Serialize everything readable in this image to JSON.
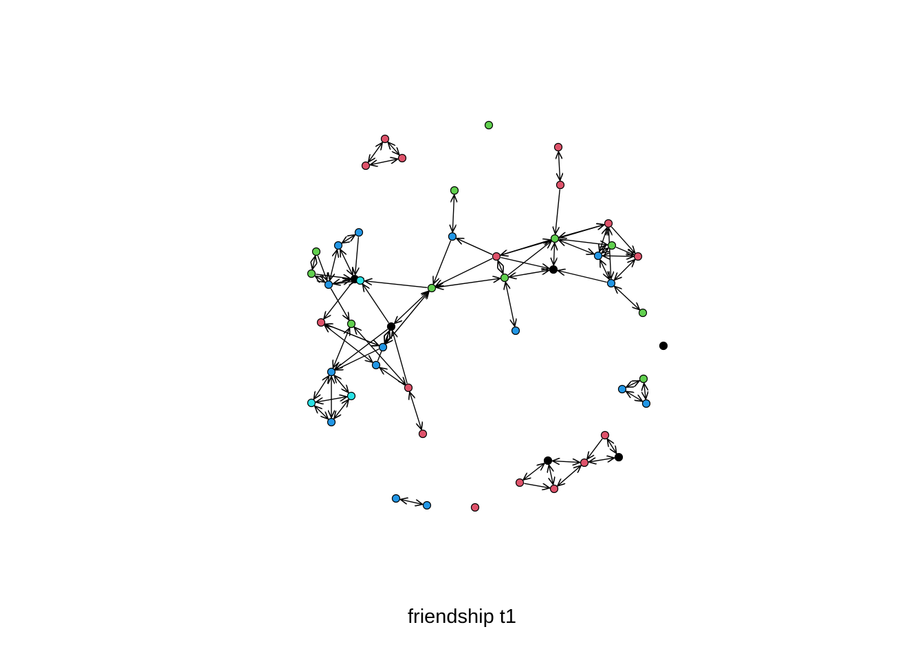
{
  "title": "friendship t1",
  "colors": {
    "red": "#DF536B",
    "green": "#61D04F",
    "blue": "#2297E6",
    "cyan": "#28E2E5",
    "black": "#000000",
    "edge": "#000000",
    "background": "#FFFFFF"
  },
  "nodes": [
    {
      "id": 1,
      "color": "red"
    },
    {
      "id": 2,
      "color": "red"
    },
    {
      "id": 3,
      "color": "red"
    },
    {
      "id": 4,
      "color": "green"
    },
    {
      "id": 5,
      "color": "red"
    },
    {
      "id": 6,
      "color": "red"
    },
    {
      "id": 7,
      "color": "green"
    },
    {
      "id": 8,
      "color": "blue"
    },
    {
      "id": 9,
      "color": "blue"
    },
    {
      "id": 10,
      "color": "blue"
    },
    {
      "id": 11,
      "color": "green"
    },
    {
      "id": 12,
      "color": "green"
    },
    {
      "id": 13,
      "color": "blue"
    },
    {
      "id": 14,
      "color": "black"
    },
    {
      "id": 15,
      "color": "cyan"
    },
    {
      "id": 16,
      "color": "red"
    },
    {
      "id": 17,
      "color": "green"
    },
    {
      "id": 18,
      "color": "black"
    },
    {
      "id": 19,
      "color": "green"
    },
    {
      "id": 20,
      "color": "red"
    },
    {
      "id": 21,
      "color": "green"
    },
    {
      "id": 22,
      "color": "blue"
    },
    {
      "id": 23,
      "color": "green"
    },
    {
      "id": 24,
      "color": "black"
    },
    {
      "id": 25,
      "color": "red"
    },
    {
      "id": 26,
      "color": "green"
    },
    {
      "id": 27,
      "color": "blue"
    },
    {
      "id": 28,
      "color": "red"
    },
    {
      "id": 29,
      "color": "blue"
    },
    {
      "id": 30,
      "color": "green"
    },
    {
      "id": 31,
      "color": "blue"
    },
    {
      "id": 32,
      "color": "green"
    },
    {
      "id": 33,
      "color": "blue"
    },
    {
      "id": 34,
      "color": "cyan"
    },
    {
      "id": 35,
      "color": "blue"
    },
    {
      "id": 36,
      "color": "red"
    },
    {
      "id": 37,
      "color": "red"
    },
    {
      "id": 38,
      "color": "cyan"
    },
    {
      "id": 39,
      "color": "blue"
    },
    {
      "id": 40,
      "color": "black"
    },
    {
      "id": 41,
      "color": "green"
    },
    {
      "id": 42,
      "color": "blue"
    },
    {
      "id": 43,
      "color": "blue"
    },
    {
      "id": 44,
      "color": "red"
    },
    {
      "id": 45,
      "color": "black"
    },
    {
      "id": 46,
      "color": "black"
    },
    {
      "id": 47,
      "color": "red"
    },
    {
      "id": 48,
      "color": "red"
    },
    {
      "id": 49,
      "color": "red"
    },
    {
      "id": 50,
      "color": "blue"
    },
    {
      "id": 51,
      "color": "blue"
    },
    {
      "id": 52,
      "color": "red"
    }
  ],
  "edges": [
    {
      "from": 1,
      "to": 2,
      "mutual": true
    },
    {
      "from": 1,
      "to": 3,
      "mutual": true
    },
    {
      "from": 2,
      "to": 3,
      "mutual": true
    },
    {
      "from": 5,
      "to": 6,
      "mutual": true
    },
    {
      "from": 6,
      "to": 19,
      "mutual": false
    },
    {
      "from": 7,
      "to": 8,
      "mutual": true
    },
    {
      "from": 8,
      "to": 17,
      "mutual": false
    },
    {
      "from": 16,
      "to": 8,
      "mutual": false
    },
    {
      "from": 9,
      "to": 10,
      "mutual": true
    },
    {
      "from": 9,
      "to": 14,
      "mutual": false
    },
    {
      "from": 10,
      "to": 14,
      "mutual": true
    },
    {
      "from": 10,
      "to": 13,
      "mutual": true
    },
    {
      "from": 11,
      "to": 12,
      "mutual": true
    },
    {
      "from": 11,
      "to": 13,
      "mutual": false
    },
    {
      "from": 12,
      "to": 13,
      "mutual": true
    },
    {
      "from": 12,
      "to": 14,
      "mutual": false
    },
    {
      "from": 13,
      "to": 14,
      "mutual": true
    },
    {
      "from": 13,
      "to": 15,
      "mutual": false
    },
    {
      "from": 13,
      "to": 26,
      "mutual": false
    },
    {
      "from": 14,
      "to": 15,
      "mutual": true
    },
    {
      "from": 14,
      "to": 25,
      "mutual": false
    },
    {
      "from": 17,
      "to": 15,
      "mutual": false
    },
    {
      "from": 18,
      "to": 15,
      "mutual": false
    },
    {
      "from": 17,
      "to": 23,
      "mutual": true
    },
    {
      "from": 16,
      "to": 17,
      "mutual": false
    },
    {
      "from": 17,
      "to": 18,
      "mutual": true
    },
    {
      "from": 17,
      "to": 30,
      "mutual": true
    },
    {
      "from": 16,
      "to": 19,
      "mutual": true
    },
    {
      "from": 16,
      "to": 20,
      "mutual": false
    },
    {
      "from": 16,
      "to": 23,
      "mutual": true
    },
    {
      "from": 16,
      "to": 24,
      "mutual": false
    },
    {
      "from": 23,
      "to": 19,
      "mutual": false
    },
    {
      "from": 23,
      "to": 24,
      "mutual": true
    },
    {
      "from": 23,
      "to": 27,
      "mutual": true
    },
    {
      "from": 19,
      "to": 24,
      "mutual": true
    },
    {
      "from": 19,
      "to": 20,
      "mutual": true
    },
    {
      "from": 19,
      "to": 21,
      "mutual": false
    },
    {
      "from": 19,
      "to": 22,
      "mutual": true
    },
    {
      "from": 20,
      "to": 22,
      "mutual": true
    },
    {
      "from": 20,
      "to": 28,
      "mutual": false
    },
    {
      "from": 20,
      "to": 29,
      "mutual": true
    },
    {
      "from": 21,
      "to": 22,
      "mutual": true
    },
    {
      "from": 21,
      "to": 28,
      "mutual": false
    },
    {
      "from": 22,
      "to": 28,
      "mutual": true
    },
    {
      "from": 22,
      "to": 29,
      "mutual": true
    },
    {
      "from": 29,
      "to": 24,
      "mutual": false
    },
    {
      "from": 29,
      "to": 28,
      "mutual": true
    },
    {
      "from": 29,
      "to": 32,
      "mutual": true
    },
    {
      "from": 25,
      "to": 30,
      "mutual": true
    },
    {
      "from": 25,
      "to": 31,
      "mutual": true
    },
    {
      "from": 25,
      "to": 33,
      "mutual": false
    },
    {
      "from": 30,
      "to": 18,
      "mutual": true
    },
    {
      "from": 31,
      "to": 18,
      "mutual": false
    },
    {
      "from": 18,
      "to": 33,
      "mutual": true
    },
    {
      "from": 18,
      "to": 35,
      "mutual": false
    },
    {
      "from": 26,
      "to": 35,
      "mutual": true
    },
    {
      "from": 26,
      "to": 36,
      "mutual": true
    },
    {
      "from": 33,
      "to": 35,
      "mutual": false
    },
    {
      "from": 36,
      "to": 31,
      "mutual": false
    },
    {
      "from": 36,
      "to": 18,
      "mutual": false
    },
    {
      "from": 36,
      "to": 37,
      "mutual": true
    },
    {
      "from": 35,
      "to": 34,
      "mutual": true
    },
    {
      "from": 35,
      "to": 38,
      "mutual": true
    },
    {
      "from": 35,
      "to": 39,
      "mutual": true
    },
    {
      "from": 38,
      "to": 39,
      "mutual": true
    },
    {
      "from": 34,
      "to": 38,
      "mutual": true
    },
    {
      "from": 34,
      "to": 39,
      "mutual": true
    },
    {
      "from": 41,
      "to": 42,
      "mutual": true
    },
    {
      "from": 41,
      "to": 43,
      "mutual": true
    },
    {
      "from": 42,
      "to": 43,
      "mutual": true
    },
    {
      "from": 44,
      "to": 45,
      "mutual": true
    },
    {
      "from": 44,
      "to": 48,
      "mutual": false
    },
    {
      "from": 45,
      "to": 48,
      "mutual": true
    },
    {
      "from": 46,
      "to": 48,
      "mutual": true
    },
    {
      "from": 46,
      "to": 47,
      "mutual": true
    },
    {
      "from": 46,
      "to": 49,
      "mutual": true
    },
    {
      "from": 47,
      "to": 49,
      "mutual": false
    },
    {
      "from": 49,
      "to": 48,
      "mutual": true
    },
    {
      "from": 50,
      "to": 51,
      "mutual": true
    }
  ]
}
